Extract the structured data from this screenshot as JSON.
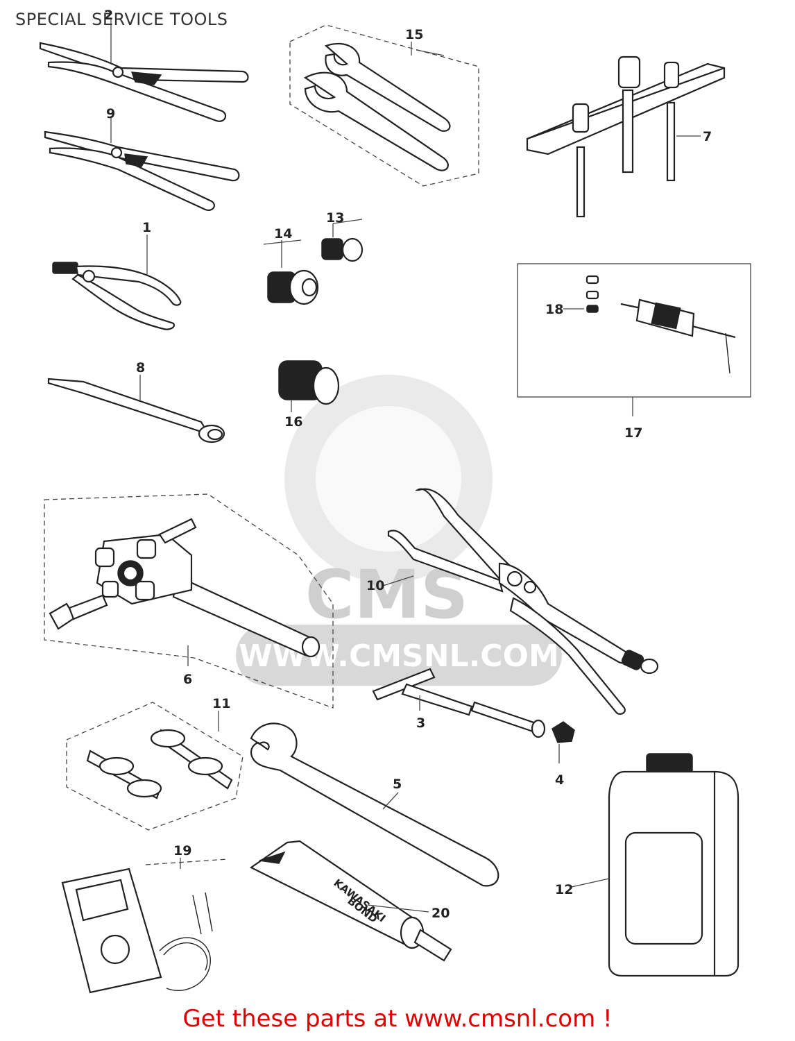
{
  "title": "SPECIAL SERVICE TOOLS",
  "callouts": {
    "c1": "1",
    "c2": "2",
    "c3": "3",
    "c4": "4",
    "c5": "5",
    "c6": "6",
    "c7": "7",
    "c8": "8",
    "c9": "9",
    "c10": "10",
    "c11": "11",
    "c12": "12",
    "c13": "13",
    "c14": "14",
    "c15": "15",
    "c16": "16",
    "c17": "17",
    "c18": "18",
    "c19": "19",
    "c20": "20"
  },
  "tube_label": {
    "line1": "KAWASAKI",
    "line2": "BOND"
  },
  "watermark": {
    "letters": "CMS",
    "url": "WWW.CMSNL.COM"
  },
  "footer": "Get these parts at www.cmsnl.com !",
  "colors": {
    "footer": "#dd0000",
    "linework": "#222222",
    "watermark": "#d8d8d8"
  }
}
